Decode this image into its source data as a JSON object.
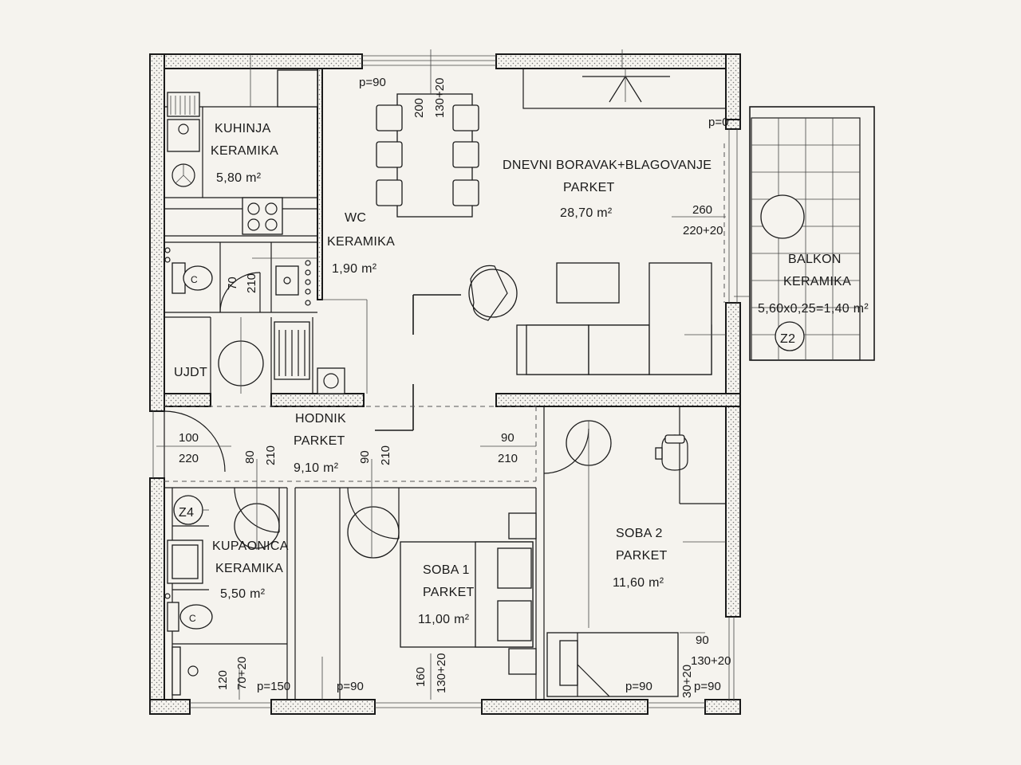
{
  "rooms": [
    {
      "id": "kuhinja",
      "name": "KUHINJA",
      "floor": "KERAMIKA",
      "area": "5,80 m²"
    },
    {
      "id": "wc",
      "name": "WC",
      "floor": "KERAMIKA",
      "area": "1,90 m²"
    },
    {
      "id": "dnevni",
      "name": "DNEVNI BORAVAK+BLAGOVANJE",
      "floor": "PARKET",
      "area": "28,70 m²"
    },
    {
      "id": "balkon",
      "name": "BALKON",
      "floor": "KERAMIKA",
      "area": "5,60x0,25=1,40 m²"
    },
    {
      "id": "hodnik",
      "name": "HODNIK",
      "floor": "PARKET",
      "area": "9,10 m²"
    },
    {
      "id": "kupaonica",
      "name": "KUPAONICA",
      "floor": "KERAMIKA",
      "area": "5,50 m²"
    },
    {
      "id": "soba1",
      "name": "SOBA 1",
      "line2": "PARKET",
      "area": "11,00 m²"
    },
    {
      "id": "soba2",
      "name": "SOBA 2",
      "floor": "PARKET",
      "area": "11,60 m²"
    }
  ],
  "utility": {
    "ujdt": "UJDT"
  },
  "tags": {
    "z2": "Z2",
    "z4": "Z4"
  },
  "dims": {
    "p90_top": "p=90",
    "win_top_a": "200",
    "win_top_b": "130+20",
    "p0": "p=0",
    "balcony_door_a": "260",
    "balcony_door_b": "220+20",
    "wc_door_a": "70",
    "wc_door_b": "210",
    "entry_a": "100",
    "entry_b": "220",
    "bath_door_a": "80",
    "bath_door_b": "210",
    "soba1_door_a": "90",
    "soba1_door_b": "210",
    "soba2_door_a": "90",
    "soba2_door_b": "210",
    "bath_win_a": "120",
    "bath_win_b": "70+20",
    "p150": "p=150",
    "p90_hall": "p=90",
    "soba1_win_a": "160",
    "soba1_win_b": "130+20",
    "p90_soba2": "p=90",
    "soba2_win_a": "90",
    "soba2_win_b": "130+20",
    "soba2_win_c": "30+20",
    "p90_right": "p=90"
  }
}
